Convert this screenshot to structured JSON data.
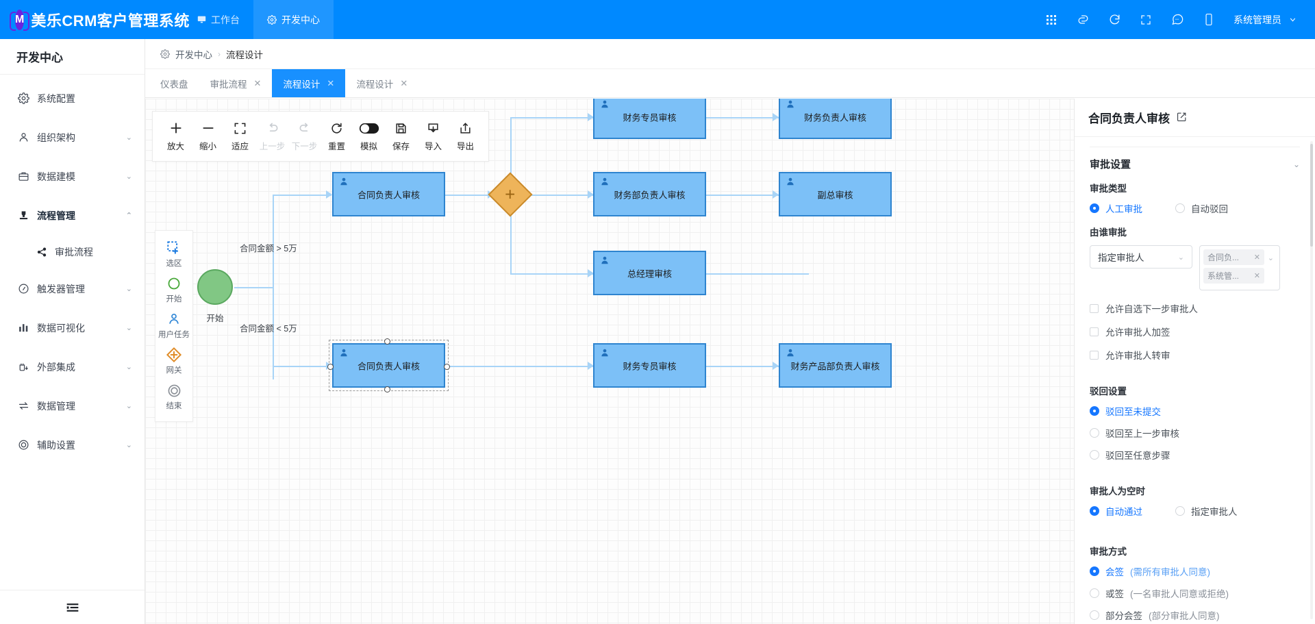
{
  "topbar": {
    "brand_mark": "M",
    "brand_title": "美乐CRM客户管理系统",
    "nav": [
      {
        "label": "工作台",
        "icon": "monitor-icon",
        "active": false
      },
      {
        "label": "开发中心",
        "icon": "gear-icon",
        "active": true
      }
    ],
    "right_icons": [
      "apps-grid-icon",
      "link-icon",
      "refresh-icon",
      "fullscreen-icon",
      "chat-icon",
      "mobile-icon"
    ],
    "user_name": "系统管理员"
  },
  "sidebar": {
    "title": "开发中心",
    "items": [
      {
        "label": "系统配置",
        "icon": "gear-icon",
        "chevron": ""
      },
      {
        "label": "组织架构",
        "icon": "user-icon",
        "chevron": "⌄"
      },
      {
        "label": "数据建模",
        "icon": "briefcase-icon",
        "chevron": "⌄"
      },
      {
        "label": "流程管理",
        "icon": "stamp-icon",
        "chevron": "⌃"
      },
      {
        "label": "触发器管理",
        "icon": "clock-icon",
        "chevron": "⌄"
      },
      {
        "label": "数据可视化",
        "icon": "bar-chart-icon",
        "chevron": "⌄"
      },
      {
        "label": "外部集成",
        "icon": "plug-download-icon",
        "chevron": "⌄"
      },
      {
        "label": "数据管理",
        "icon": "transfer-icon",
        "chevron": "⌄"
      },
      {
        "label": "辅助设置",
        "icon": "target-icon",
        "chevron": "⌄"
      }
    ],
    "submenu": {
      "label": "审批流程",
      "icon": "share-icon"
    },
    "collapse_icon": "collapse-menu-icon"
  },
  "breadcrumb": {
    "root_icon": "gear-icon",
    "root": "开发中心",
    "sep": "›",
    "current": "流程设计"
  },
  "tabs": [
    {
      "label": "仪表盘",
      "closable": false,
      "active": false
    },
    {
      "label": "审批流程",
      "closable": true,
      "active": false
    },
    {
      "label": "流程设计",
      "closable": true,
      "active": true
    },
    {
      "label": "流程设计",
      "closable": true,
      "active": false
    }
  ],
  "toolbar": [
    {
      "label": "放大",
      "icon": "plus-icon",
      "disabled": false
    },
    {
      "label": "缩小",
      "icon": "minus-icon",
      "disabled": false
    },
    {
      "label": "适应",
      "icon": "fit-screen-icon",
      "disabled": false
    },
    {
      "label": "上一步",
      "icon": "undo-icon",
      "disabled": true
    },
    {
      "label": "下一步",
      "icon": "redo-icon",
      "disabled": true
    },
    {
      "label": "重置",
      "icon": "reset-icon",
      "disabled": false
    },
    {
      "label": "模拟",
      "icon": "toggle-icon",
      "disabled": false
    },
    {
      "label": "保存",
      "icon": "save-icon",
      "disabled": false
    },
    {
      "label": "导入",
      "icon": "import-icon",
      "disabled": false
    },
    {
      "label": "导出",
      "icon": "export-icon",
      "disabled": false
    }
  ],
  "palette": [
    {
      "label": "选区",
      "icon": "marquee-select-icon"
    },
    {
      "label": "开始",
      "icon": "start-circle-icon"
    },
    {
      "label": "用户任务",
      "icon": "user-task-icon"
    },
    {
      "label": "网关",
      "icon": "gateway-diamond-icon"
    },
    {
      "label": "结束",
      "icon": "end-circle-icon"
    }
  ],
  "canvas": {
    "start": {
      "label": "开始"
    },
    "edge_labels": [
      "合同金额 > 5万",
      "合同金额 < 5万"
    ],
    "gateway": {
      "icon": "parallel-gateway-icon"
    },
    "nodes": [
      {
        "id": "n1",
        "label": "财务专员审核"
      },
      {
        "id": "n2",
        "label": "财务负责人审核"
      },
      {
        "id": "n3",
        "label": "合同负责人审核"
      },
      {
        "id": "n4",
        "label": "财务部负责人审核"
      },
      {
        "id": "n5",
        "label": "副总审核"
      },
      {
        "id": "n6",
        "label": "总经理审核"
      },
      {
        "id": "n7",
        "label": "合同负责人审核"
      },
      {
        "id": "n8",
        "label": "财务专员审核"
      },
      {
        "id": "n9",
        "label": "财务产品部负责人审核"
      }
    ]
  },
  "panel": {
    "title": "合同负责人审核",
    "edit_icon": "edit-square-icon",
    "section": {
      "title": "审批设置",
      "chevron": "⌄"
    },
    "approval_type": {
      "label": "审批类型",
      "options": [
        {
          "label": "人工审批",
          "selected": true
        },
        {
          "label": "自动驳回",
          "selected": false
        }
      ]
    },
    "assignee": {
      "label": "由谁审批",
      "mode_value": "指定审批人",
      "tags": [
        "合同负...",
        "系统管..."
      ]
    },
    "checkboxes": [
      {
        "label": "允许自选下一步审批人",
        "checked": false
      },
      {
        "label": "允许审批人加签",
        "checked": false
      },
      {
        "label": "允许审批人转审",
        "checked": false
      }
    ],
    "reject": {
      "label": "驳回设置",
      "options": [
        {
          "label": "驳回至未提交",
          "selected": true
        },
        {
          "label": "驳回至上一步审核",
          "selected": false
        },
        {
          "label": "驳回至任意步骤",
          "selected": false
        }
      ]
    },
    "empty_approver": {
      "label": "审批人为空时",
      "options": [
        {
          "label": "自动通过",
          "selected": true
        },
        {
          "label": "指定审批人",
          "selected": false
        }
      ]
    },
    "approval_mode": {
      "label": "审批方式",
      "options": [
        {
          "label": "会签",
          "sub": "(需所有审批人同意)",
          "selected": true
        },
        {
          "label": "或签",
          "sub": "(一名审批人同意或拒绝)",
          "selected": false
        },
        {
          "label": "部分会签",
          "sub": "(部分审批人同意)",
          "selected": false
        }
      ]
    }
  }
}
